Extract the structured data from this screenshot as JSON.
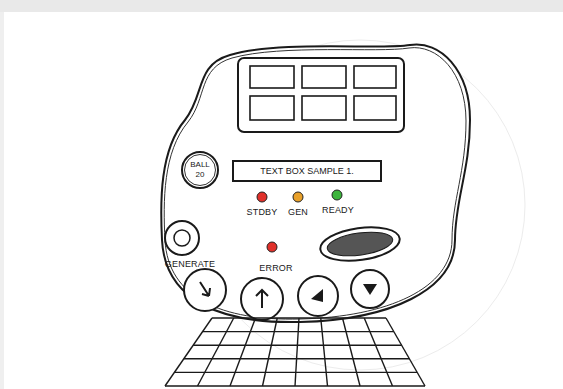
{
  "diagram": {
    "nodes": [
      {
        "text": [
          "BALL 20"
        ]
      },
      {
        "text": [
          "TEXT BOX SAMPLE 1."
        ]
      }
    ],
    "labels": [
      "STDBY",
      "GEN",
      "READY",
      "GENERATE",
      "ERROR"
    ]
  }
}
